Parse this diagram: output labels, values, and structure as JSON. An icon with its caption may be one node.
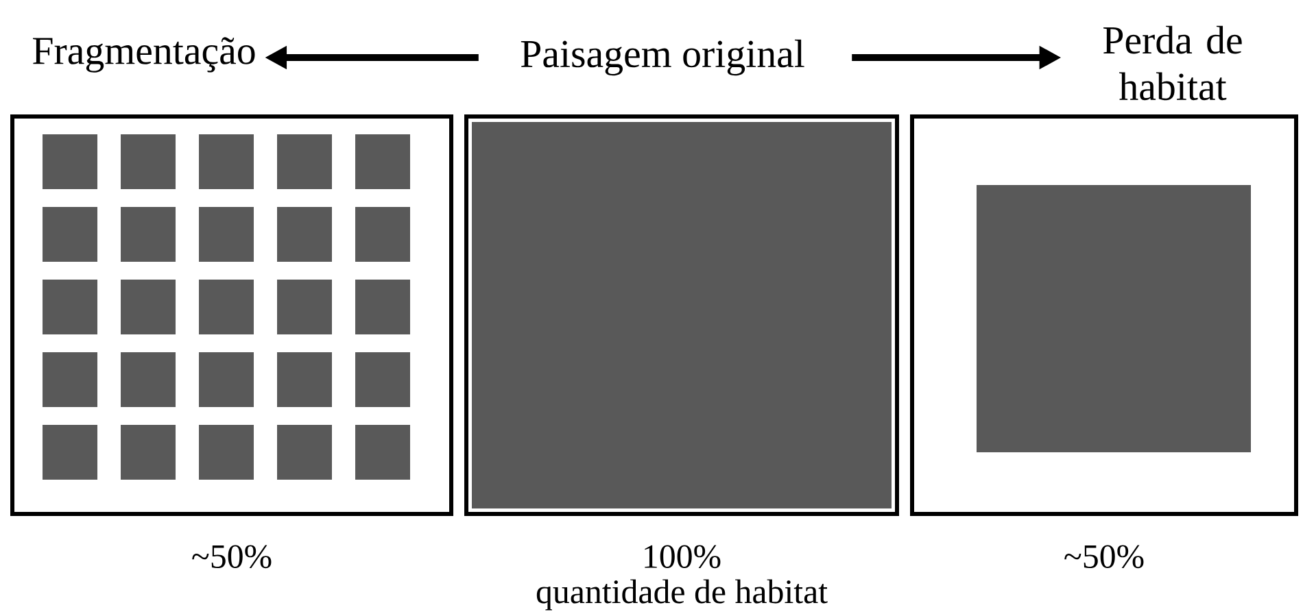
{
  "diagram": {
    "nodes": [
      {
        "text": [
          "Fragmentação"
        ]
      },
      {
        "text": [
          "Paisagem original"
        ]
      },
      {
        "text": [
          "Perda de habitat"
        ]
      },
      {
        "text": [],
        "shape": "box",
        "beside": [
          "~50%"
        ]
      },
      {
        "text": [],
        "shape": "box",
        "beside": [
          "100%"
        ]
      },
      {
        "text": [],
        "shape": "box",
        "beside": [
          "~50%"
        ]
      }
    ],
    "edges": [
      {
        "from": 1,
        "to": 0,
        "arrow": "to"
      },
      {
        "from": 1,
        "to": 2,
        "arrow": "to"
      }
    ],
    "labels": [
      "quantidade de habitat"
    ]
  }
}
